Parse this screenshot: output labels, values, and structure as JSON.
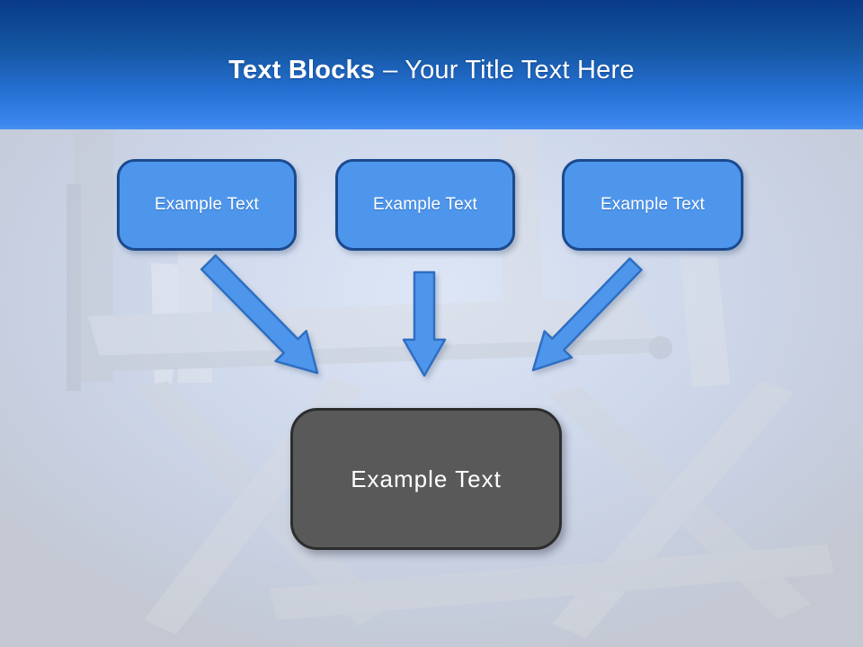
{
  "header": {
    "title_bold": "Text Blocks",
    "title_rest": "– Your Title Text Here"
  },
  "blocks": {
    "sources": [
      "Example Text",
      "Example Text",
      "Example Text"
    ],
    "target": "Example Text"
  },
  "icons": {
    "arrow_left": "arrow-down-right-icon",
    "arrow_middle": "arrow-down-icon",
    "arrow_right": "arrow-down-left-icon"
  },
  "colors": {
    "header_gradient_top": "#093b8a",
    "header_gradient_bottom": "#3b87ee",
    "block_fill": "#4e96ec",
    "block_border": "#1a4a8f",
    "block_text": "#ffffff",
    "target_fill": "#595959",
    "target_border": "#2d2d2d",
    "target_text": "#ffffff",
    "arrow_fill": "#4e96ec",
    "arrow_stroke": "#2f6fc1",
    "background": "#ccd6ea"
  }
}
